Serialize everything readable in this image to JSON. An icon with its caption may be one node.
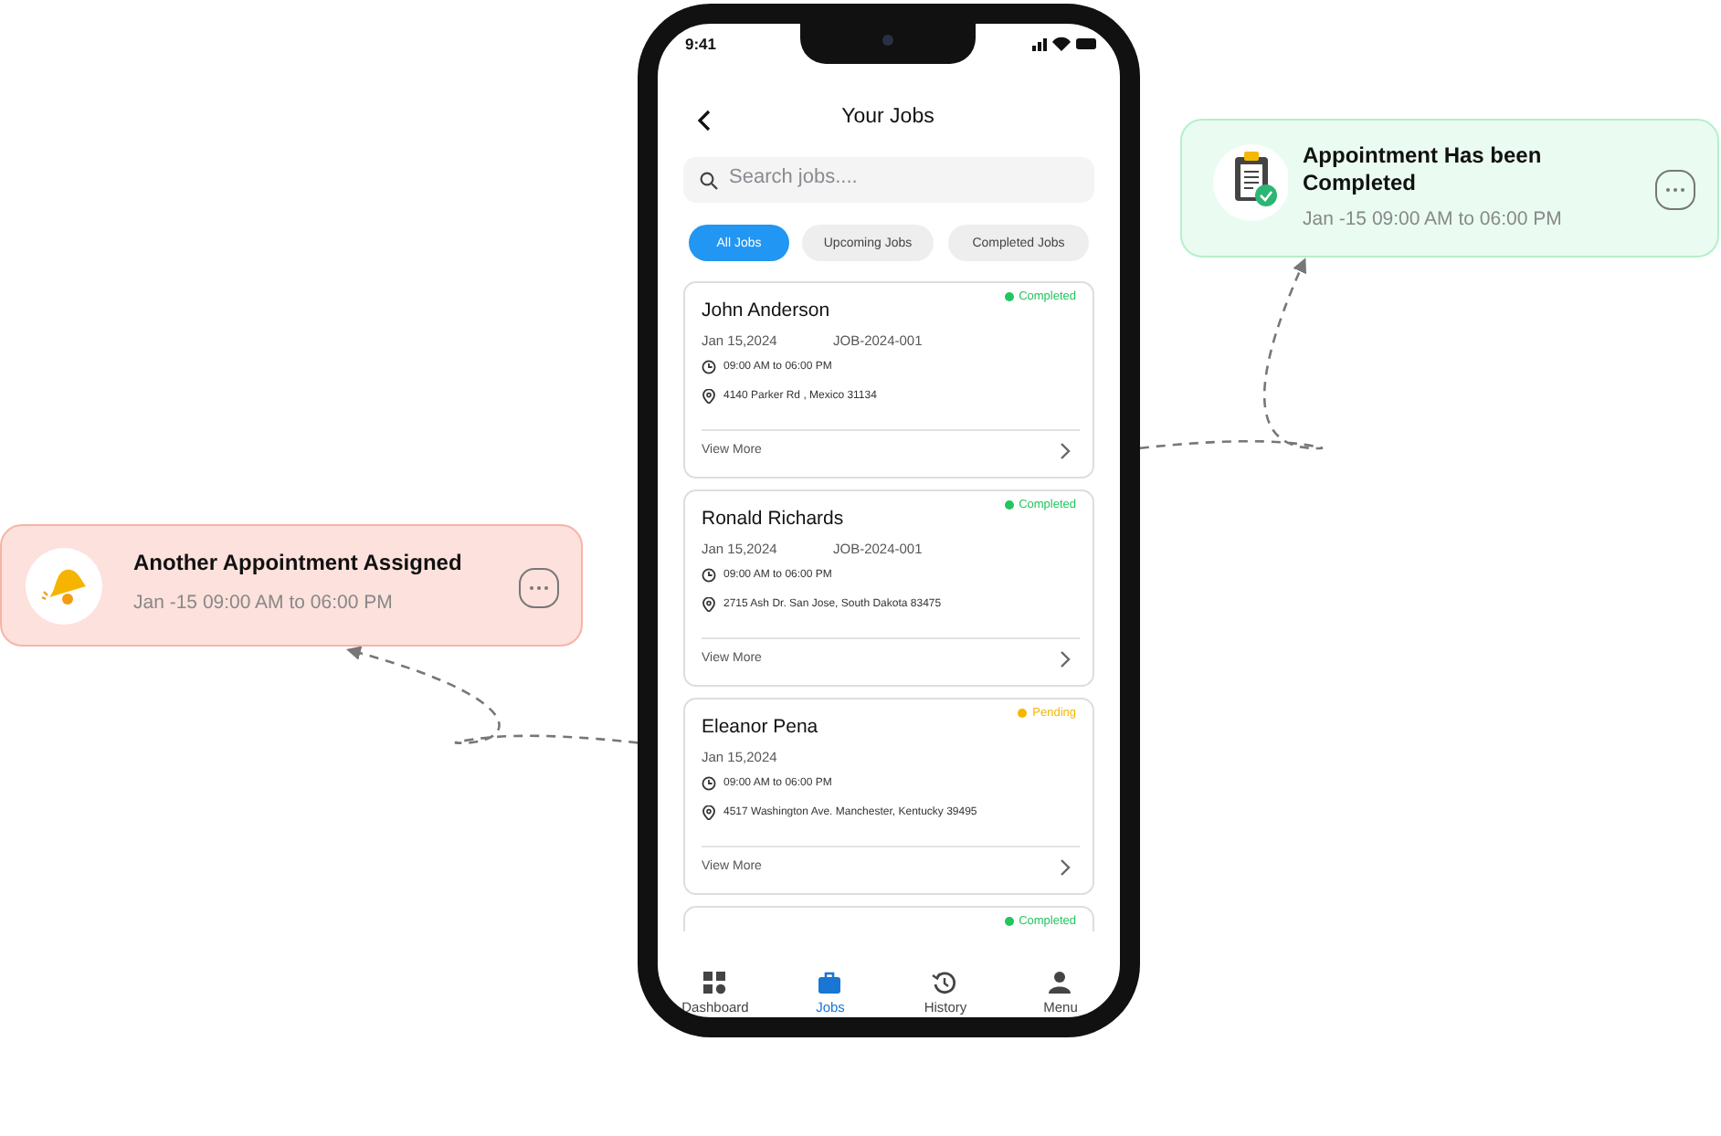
{
  "diagram": {
    "nodes": [
      {
        "text": [
          "9:41",
          "Your Jobs"
        ]
      },
      {
        "text": [
          "Search jobs...."
        ],
        "in": 0
      },
      {
        "text": [
          "All Jobs"
        ],
        "in": 0
      },
      {
        "text": [
          "Upcoming Jobs"
        ],
        "in": 0
      },
      {
        "text": [
          "Completed Jobs"
        ],
        "in": 0
      },
      {
        "text": [
          "John Anderson",
          "Completed",
          "Jan 15,2024",
          "JOB-2024-001",
          "09:00 AM to 06:00 PM",
          "4140 Parker Rd , Mexico 31134",
          "View More"
        ],
        "in": 0
      },
      {
        "text": [
          "Ronald Richards",
          "Completed",
          "Jan 15,2024",
          "JOB-2024-001",
          "09:00 AM to 06:00 PM",
          "2715 Ash Dr. San Jose, South Dakota 83475",
          "View More"
        ],
        "in": 0
      },
      {
        "text": [
          "Eleanor Pena",
          "Pending",
          "Jan 15,2024",
          "09:00 AM to 06:00 PM",
          "4517 Washington Ave. Manchester, Kentucky 39495",
          "View More"
        ],
        "in": 0
      },
      {
        "text": [
          "Completed"
        ],
        "in": 0
      },
      {
        "text": [
          "Dashboard"
        ],
        "in": 0
      },
      {
        "text": [
          "Jobs"
        ],
        "in": 0
      },
      {
        "text": [
          "History"
        ],
        "in": 0
      },
      {
        "text": [
          "Menu"
        ],
        "in": 0
      },
      {
        "text": [
          "Appointment Has been Completed",
          "Jan -15 09:00 AM to 06:00 PM"
        ]
      },
      {
        "text": [
          "Another Appointment Assigned",
          "Jan -15 09:00 AM to 06:00 PM"
        ]
      }
    ],
    "edges": [
      {
        "from": 0,
        "to": 13,
        "arrow": "to",
        "style": "dashed"
      },
      {
        "from": 0,
        "to": 14,
        "arrow": "to",
        "style": "dashed"
      }
    ]
  }
}
